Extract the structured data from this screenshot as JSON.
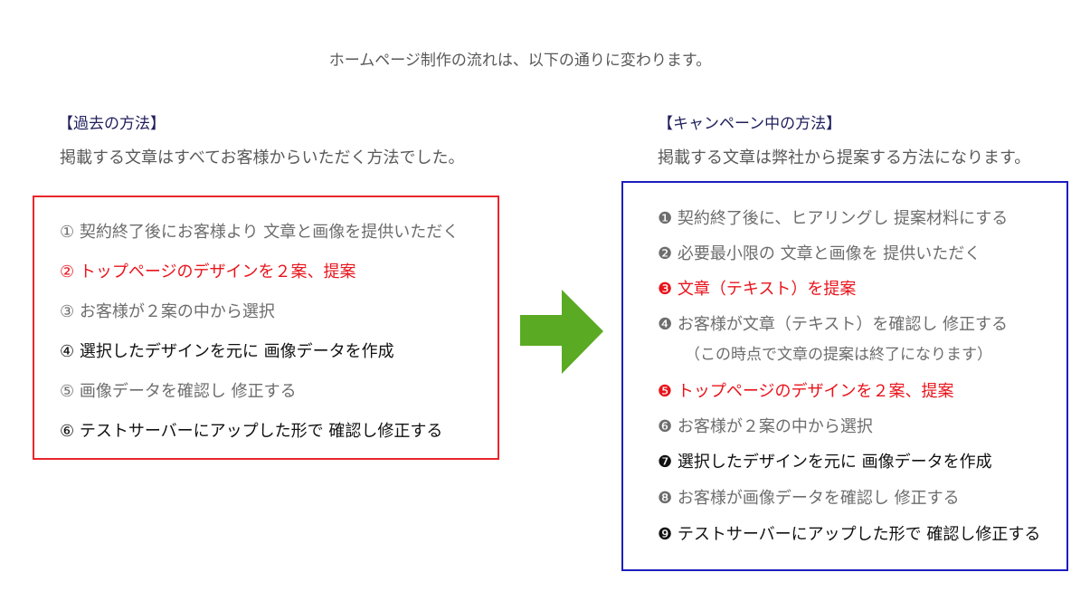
{
  "intro": "ホームページ制作の流れは、以下の通りに変わります。",
  "old_method": {
    "heading": "【過去の方法】",
    "subtitle": "掲載する文章はすべてお客様からいただく方法でした。",
    "steps": [
      "① 契約終了後にお客様より 文章と画像を提供いただく",
      "② トップページのデザインを２案、提案",
      "③ お客様が２案の中から選択",
      "④ 選択したデザインを元に 画像データを作成",
      "⑤ 画像データを確認し 修正する",
      "⑥ テストサーバーにアップした形で 確認し修正する"
    ]
  },
  "new_method": {
    "heading": "【キャンペーン中の方法】",
    "subtitle": "掲載する文章は弊社から提案する方法になります。",
    "steps": [
      "❶ 契約終了後に、ヒアリングし 提案材料にする",
      "❷ 必要最小限の 文章と画像を 提供いただく",
      "❸ 文章（テキスト）を提案",
      "❹ お客様が文章（テキスト）を確認し 修正する",
      "❺ トップページのデザインを２案、提案",
      "❻ お客様が２案の中から選択",
      "❼ 選択したデザインを元に 画像データを作成",
      "❽ お客様が画像データを確認し 修正する",
      "❾ テストサーバーにアップした形で 確認し修正する"
    ],
    "step4_note": "（この時点で文章の提案は終了になります）"
  },
  "colors": {
    "old_border": "#e8262b",
    "new_border": "#1d1dbf",
    "highlight_red": "#e8141b",
    "arrow_green": "#5aaa23",
    "body_gray": "#6d6d6d",
    "emphasis_black": "#111111"
  },
  "icons": {
    "arrow": "right-arrow-icon"
  }
}
